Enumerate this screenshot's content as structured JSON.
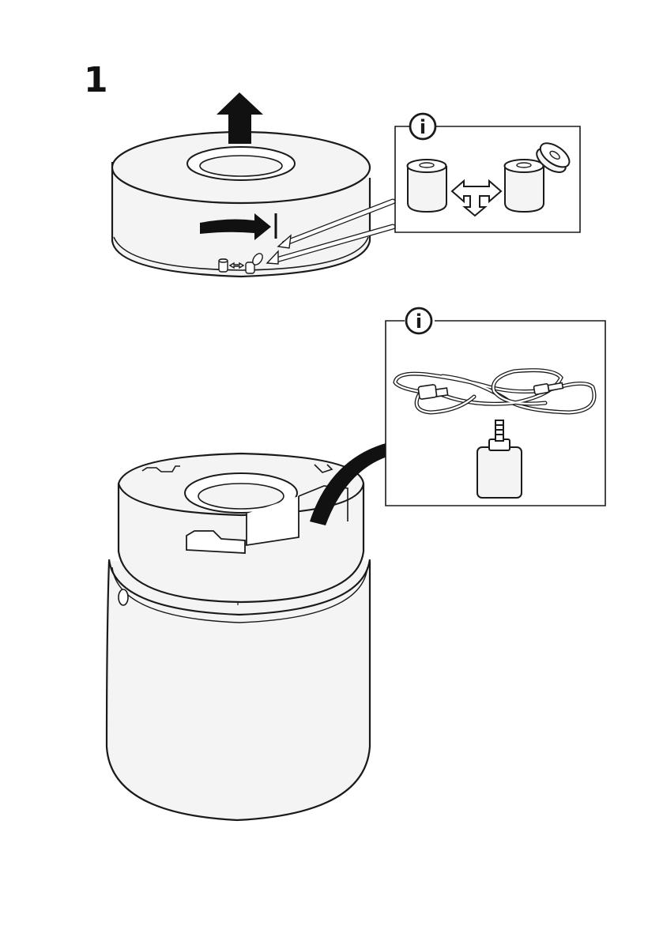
{
  "step": {
    "number": "1"
  },
  "info_badges": [
    {
      "glyph": "i",
      "icon": "info-icon"
    },
    {
      "glyph": "i",
      "icon": "info-icon"
    }
  ],
  "colors": {
    "ink": "#1a1a1a",
    "body_fill": "#f4f4f4",
    "shade": "#e3e3e3",
    "paper": "#ffffff"
  },
  "icons": [
    "lift-up-arrow-icon",
    "twist-arrow-icon",
    "swap-arrows-icon",
    "remove-arrow-icon",
    "info-icon",
    "cable-icon",
    "power-adapter-icon"
  ]
}
